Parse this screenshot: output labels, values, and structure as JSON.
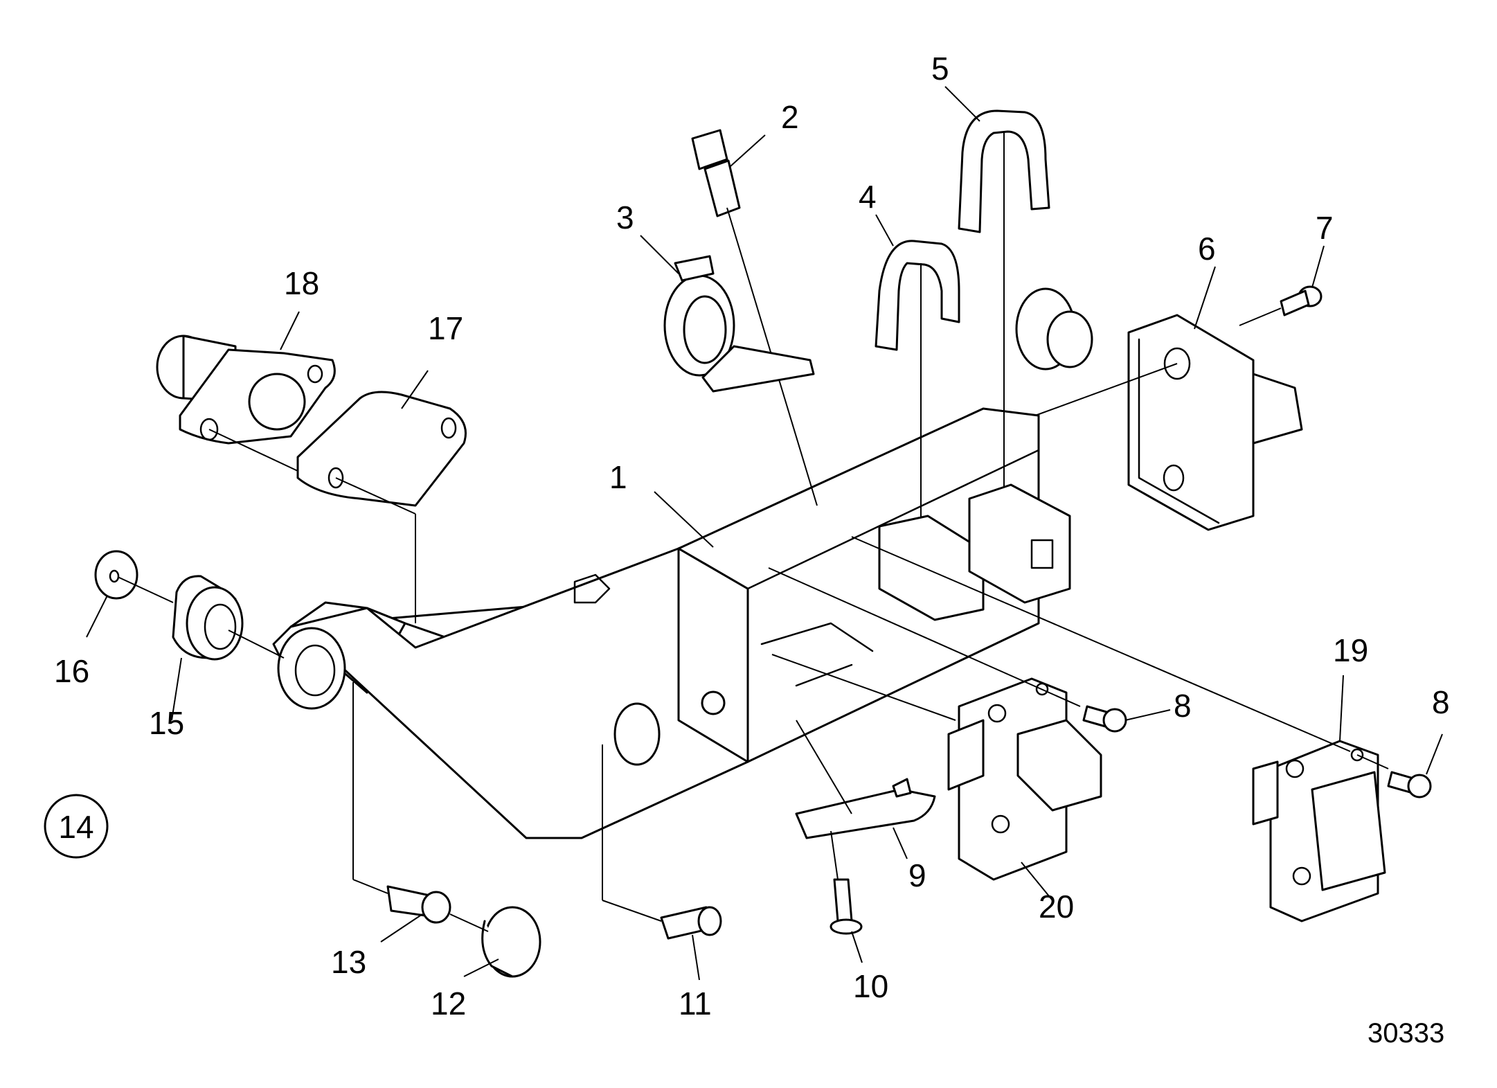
{
  "callouts": {
    "c1": "1",
    "c2": "2",
    "c3": "3",
    "c4": "4",
    "c5": "5",
    "c6": "6",
    "c7": "7",
    "c8a": "8",
    "c8b": "8",
    "c9": "9",
    "c10": "10",
    "c11": "11",
    "c12": "12",
    "c13": "13",
    "c14": "14",
    "c15": "15",
    "c16": "16",
    "c17": "17",
    "c18": "18",
    "c19": "19",
    "c20": "20"
  },
  "reference_number": "30333"
}
